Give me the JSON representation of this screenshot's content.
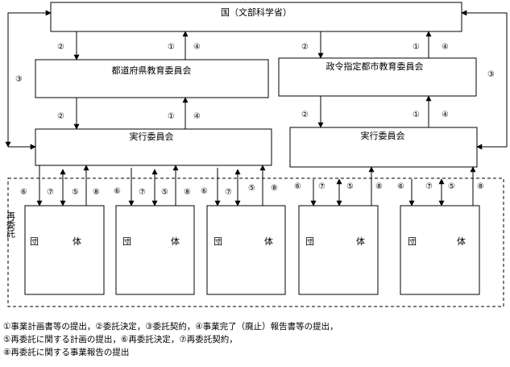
{
  "nodes": {
    "kuni": "国（文部科学省）",
    "todofuken": "都道府県教育委員会",
    "seirei": "政令指定都市教育委員会",
    "jikkou_left": "実行委員会",
    "jikkou_right": "実行委員会",
    "saiitaku": "再委託",
    "dantai_dan": "団",
    "dantai_tai": "体"
  },
  "marks": {
    "m1": "①",
    "m2": "②",
    "m3": "③",
    "m4": "④",
    "m5": "⑤",
    "m6": "⑥",
    "m7": "⑦",
    "m8": "⑧"
  },
  "legend": {
    "line1": "①事業計画書等の提出，②委託決定，③委託契約，④事業完了（廃止）報告書等の提出，",
    "line2": "⑤再委託に関する計画の提出，⑥再委託決定，⑦再委託契約，",
    "line3": "⑧再委託に関する事業報告の提出"
  }
}
